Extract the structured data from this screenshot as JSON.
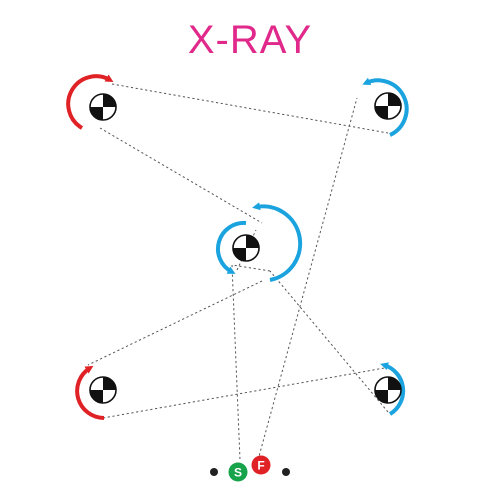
{
  "title": "X-RAY",
  "colors": {
    "title": "#e0298a",
    "clockwise": "#e02226",
    "counterclockwise": "#1aa3de",
    "path": "#555555",
    "start_marker": "#17a34a",
    "finish_marker": "#e02226",
    "marker_text": "#ffffff",
    "dot": "#222222"
  },
  "cones": [
    {
      "id": "cone-top-left",
      "rotation": "clockwise",
      "arrow": "red-arc-arrow"
    },
    {
      "id": "cone-top-right",
      "rotation": "counterclockwise",
      "arrow": "blue-arc-arrow"
    },
    {
      "id": "cone-center",
      "rotation": "counterclockwise",
      "arrow": "blue-double-arc-arrow"
    },
    {
      "id": "cone-bottom-left",
      "rotation": "clockwise",
      "arrow": "red-arc-arrow"
    },
    {
      "id": "cone-bottom-right",
      "rotation": "counterclockwise",
      "arrow": "blue-arc-arrow"
    }
  ],
  "markers": {
    "start": "S",
    "finish": "F"
  }
}
